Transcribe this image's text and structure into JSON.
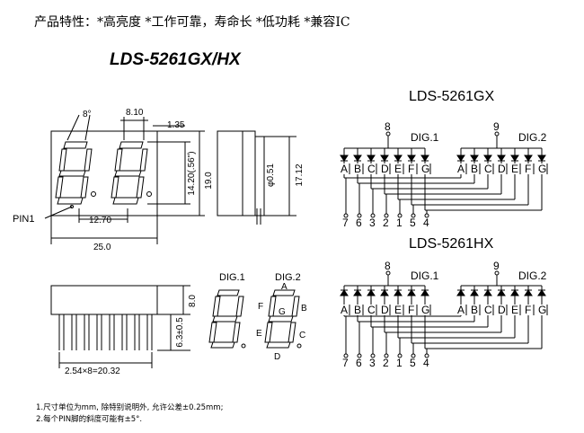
{
  "header": {
    "features": "产品特性：*高亮度 *工作可靠，寿命长 *低功耗 *兼容IC"
  },
  "product": {
    "title": "LDS-5261GX/HX"
  },
  "drawing": {
    "dim_angle": "8°",
    "dim_seg_width": "8.10",
    "dim_edge": "1.35",
    "dim_digit_height": "14.20(.56\")",
    "dim_height": "19.0",
    "dim_pitch": "12.70",
    "dim_width": "25.0",
    "pin1_label": "PIN1",
    "dim_pin_dia": "φ0.51",
    "dim_side_height": "17.12",
    "dim_body_height": "8.0",
    "dim_pin_len": "6.3±0.5",
    "dim_pin_span": "2.54×8=20.32"
  },
  "segment_diagram": {
    "dig1": "DIG.1",
    "dig2": "DIG.2",
    "seg_a": "A",
    "seg_b": "B",
    "seg_c": "C",
    "seg_d": "D",
    "seg_e": "E",
    "seg_f": "F",
    "seg_g": "G"
  },
  "circuits": [
    {
      "title": "LDS-5261GX",
      "common_pin1": "8",
      "common_pin2": "9",
      "dig1": "DIG.1",
      "dig2": "DIG.2",
      "segments": [
        "A",
        "B",
        "C",
        "D",
        "E",
        "F",
        "G"
      ],
      "pins": [
        "7",
        "6",
        "3",
        "2",
        "1",
        "5",
        "4"
      ]
    },
    {
      "title": "LDS-5261HX",
      "common_pin1": "8",
      "common_pin2": "9",
      "dig1": "DIG.1",
      "dig2": "DIG.2",
      "segments": [
        "A",
        "B",
        "C",
        "D",
        "E",
        "F",
        "G"
      ],
      "pins": [
        "7",
        "6",
        "3",
        "2",
        "1",
        "5",
        "4"
      ]
    }
  ],
  "notes": [
    "1.尺寸单位为mm, 除特别说明外, 允许公差±0.25mm;",
    "2.每个PIN脚的斜度可能有±5°."
  ]
}
